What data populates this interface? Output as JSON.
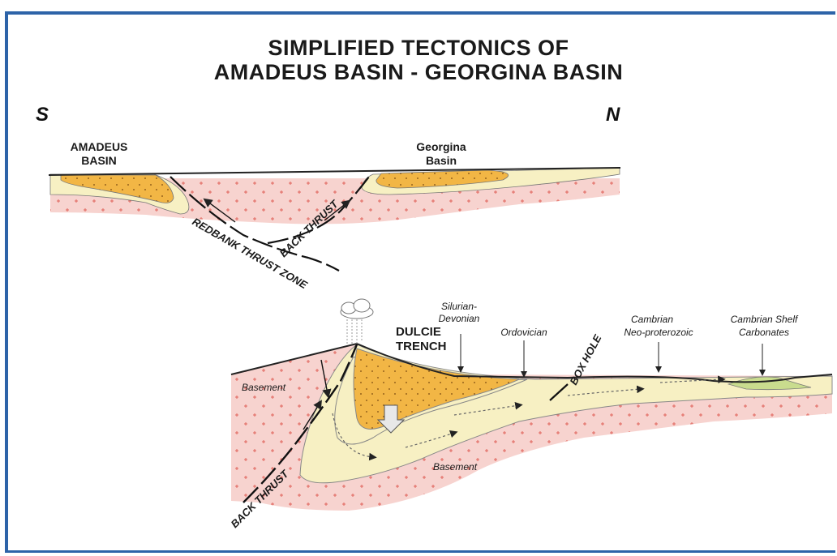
{
  "title": {
    "line1": "SIMPLIFIED TECTONICS OF",
    "line2": "AMADEUS BASIN - GEORGINA BASIN"
  },
  "compass": {
    "south": "S",
    "north": "N"
  },
  "upper_section": {
    "amadeus_line1": "AMADEUS",
    "amadeus_line2": "BASIN",
    "georgina_line1": "Georgina",
    "georgina_line2": "Basin",
    "redbank": "REDBANK THRUST ZONE",
    "back_thrust": "BACK THRUST"
  },
  "lower_section": {
    "silurian_line1": "Silurian-",
    "silurian_line2": "Devonian",
    "dulcie_line1": "DULCIE",
    "dulcie_line2": "TRENCH",
    "ordovician": "Ordovician",
    "box_hole": "BOX HOLE",
    "cambrian_line1": "Cambrian",
    "cambrian_line2": "Neo-proterozoic",
    "shelf_line1": "Cambrian Shelf",
    "shelf_line2": "Carbonates",
    "basement_left": "Basement",
    "basement_bottom": "Basement",
    "back_thrust": "BACK THRUST"
  },
  "colors": {
    "frame": "#2d63a8",
    "basement_pink": "#f7d3cf",
    "basin_fill_orange": "#f2b645",
    "sediment_cream": "#f7f0c3",
    "carbonate_green": "#c9dc8e"
  }
}
